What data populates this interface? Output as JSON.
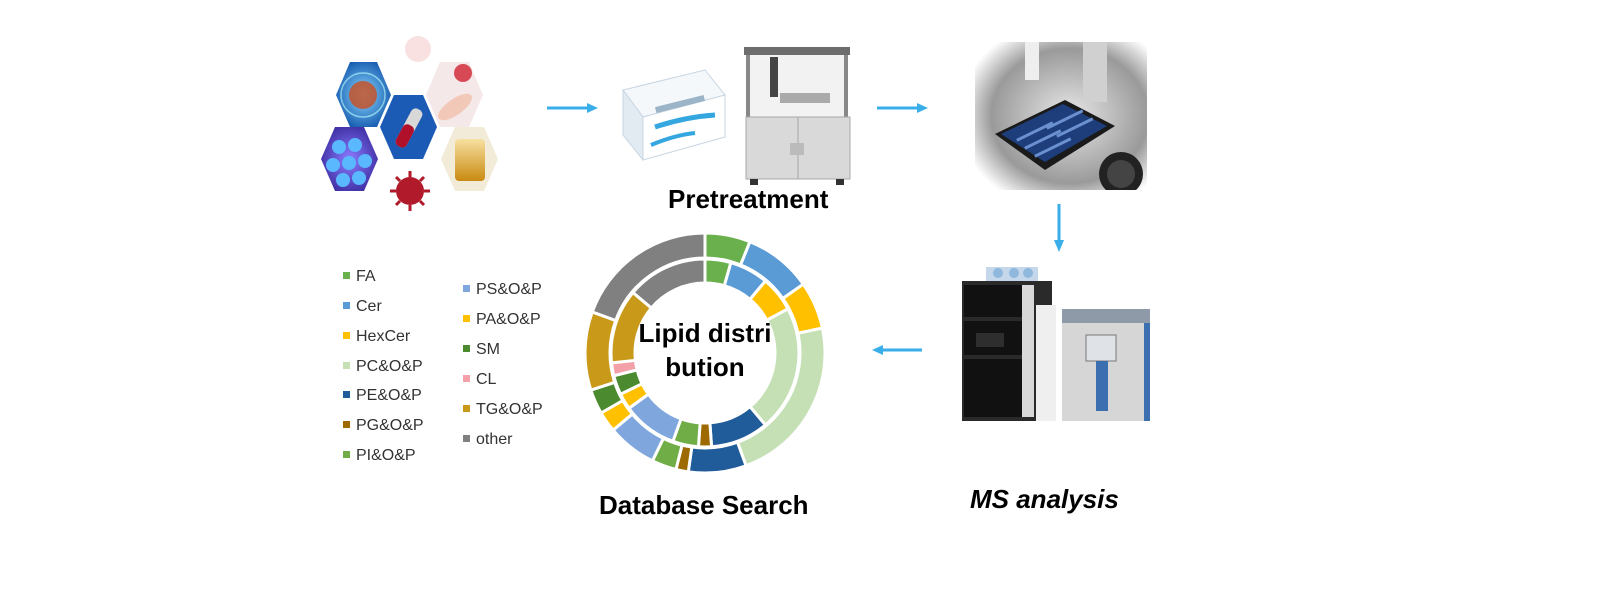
{
  "stages": {
    "pretreatment": "Pretreatment",
    "ms_analysis": "MS analysis",
    "database_search": "Database Search"
  },
  "donut": {
    "center_label": "Lipid distribution"
  },
  "legend": {
    "left": [
      {
        "label": "FA",
        "color": "#6ab04c"
      },
      {
        "label": "Cer",
        "color": "#5b9bd5"
      },
      {
        "label": "HexCer",
        "color": "#ffc000"
      },
      {
        "label": "PC&O&P",
        "color": "#c5e0b4"
      },
      {
        "label": "PE&O&P",
        "color": "#1f5c99"
      },
      {
        "label": "PG&O&P",
        "color": "#9c6a00"
      },
      {
        "label": "PI&O&P",
        "color": "#70ad47"
      }
    ],
    "right": [
      {
        "label": "PS&O&P",
        "color": "#7fa7dd"
      },
      {
        "label": "PA&O&P",
        "color": "#ffc000"
      },
      {
        "label": "SM",
        "color": "#4c8a2f"
      },
      {
        "label": "CL",
        "color": "#f4a0a8"
      },
      {
        "label": "TG&O&P",
        "color": "#c99a1a"
      },
      {
        "label": "other",
        "color": "#808080"
      }
    ]
  },
  "colors": {
    "arrow": "#3aaee8",
    "donut_gap": "#ffffff"
  }
}
